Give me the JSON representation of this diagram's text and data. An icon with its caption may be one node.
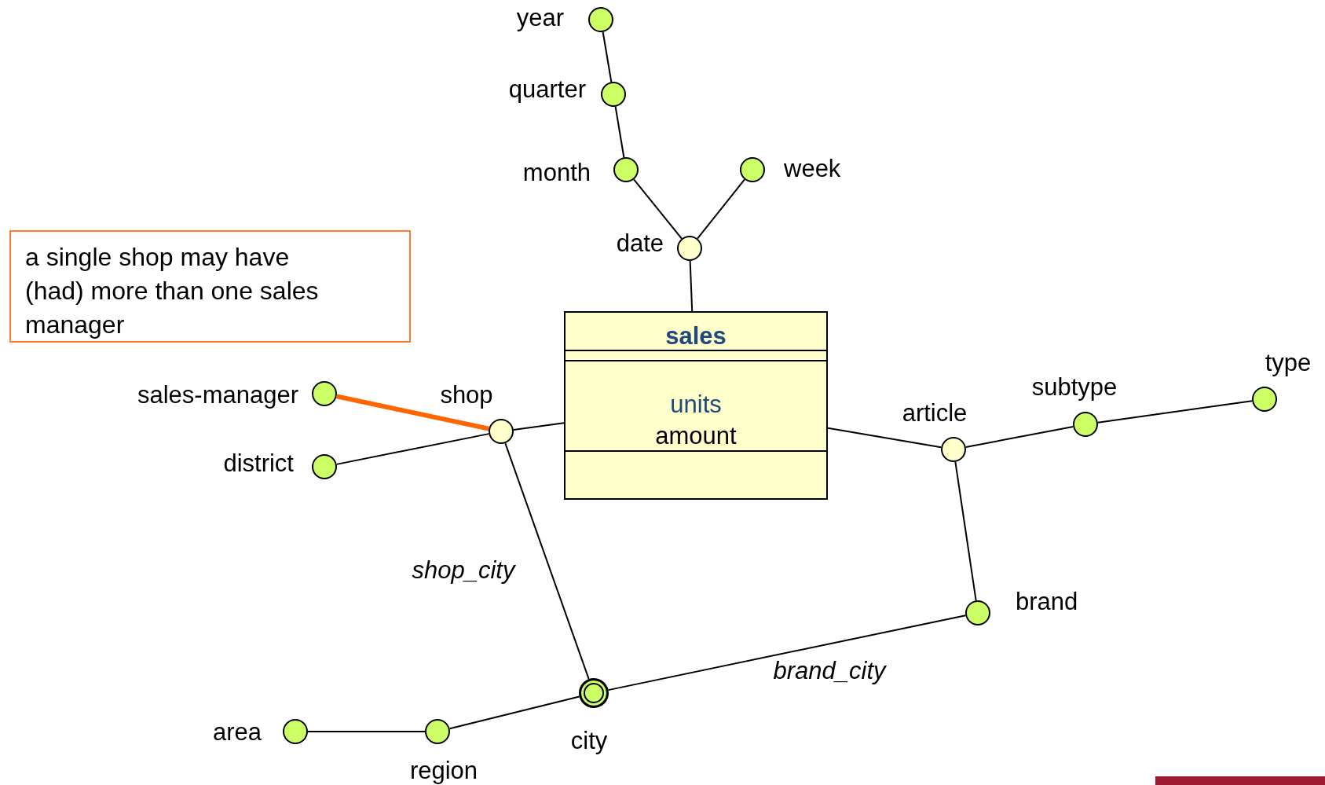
{
  "diagram": {
    "nodes": [
      {
        "text": [
          "year"
        ]
      },
      {
        "text": [
          "quarter"
        ]
      },
      {
        "text": [
          "month"
        ]
      },
      {
        "text": [
          "week"
        ]
      },
      {
        "text": [
          "a single shop may have (had) more than one sales manager"
        ]
      },
      {
        "text": [
          "date"
        ]
      },
      {
        "text": [
          "sales",
          "units",
          "amount"
        ]
      },
      {
        "text": [
          "sales-manager"
        ]
      },
      {
        "text": [
          "shop"
        ]
      },
      {
        "text": [
          "district"
        ]
      },
      {
        "text": [
          "article"
        ]
      },
      {
        "text": [
          "subtype"
        ]
      },
      {
        "text": [
          "type"
        ]
      },
      {
        "text": [
          "brand"
        ]
      },
      {
        "text": [
          "area"
        ]
      },
      {
        "text": [
          "region"
        ]
      },
      {
        "text": [
          "city"
        ]
      }
    ],
    "edges": [
      {
        "from": 0,
        "to": 1,
        "arrow": "none"
      },
      {
        "from": 1,
        "to": 2,
        "arrow": "none"
      },
      {
        "from": 2,
        "to": 5,
        "arrow": "none"
      },
      {
        "from": 3,
        "to": 5,
        "arrow": "none"
      },
      {
        "from": 5,
        "to": 6,
        "arrow": "none"
      },
      {
        "from": 6,
        "to": 8,
        "arrow": "none"
      },
      {
        "from": 8,
        "to": 7,
        "arrow": "none",
        "style": "thick",
        "color": "#ff6600"
      },
      {
        "from": 8,
        "to": 9,
        "arrow": "none"
      },
      {
        "from": 8,
        "to": 16,
        "arrow": "none",
        "label": "shop_city"
      },
      {
        "from": 6,
        "to": 10,
        "arrow": "none"
      },
      {
        "from": 10,
        "to": 11,
        "arrow": "none"
      },
      {
        "from": 11,
        "to": 12,
        "arrow": "none"
      },
      {
        "from": 10,
        "to": 13,
        "arrow": "none"
      },
      {
        "from": 13,
        "to": 16,
        "arrow": "none",
        "label": "brand_city"
      },
      {
        "from": 16,
        "to": 15,
        "arrow": "none"
      },
      {
        "from": 15,
        "to": 14,
        "arrow": "none"
      }
    ]
  }
}
